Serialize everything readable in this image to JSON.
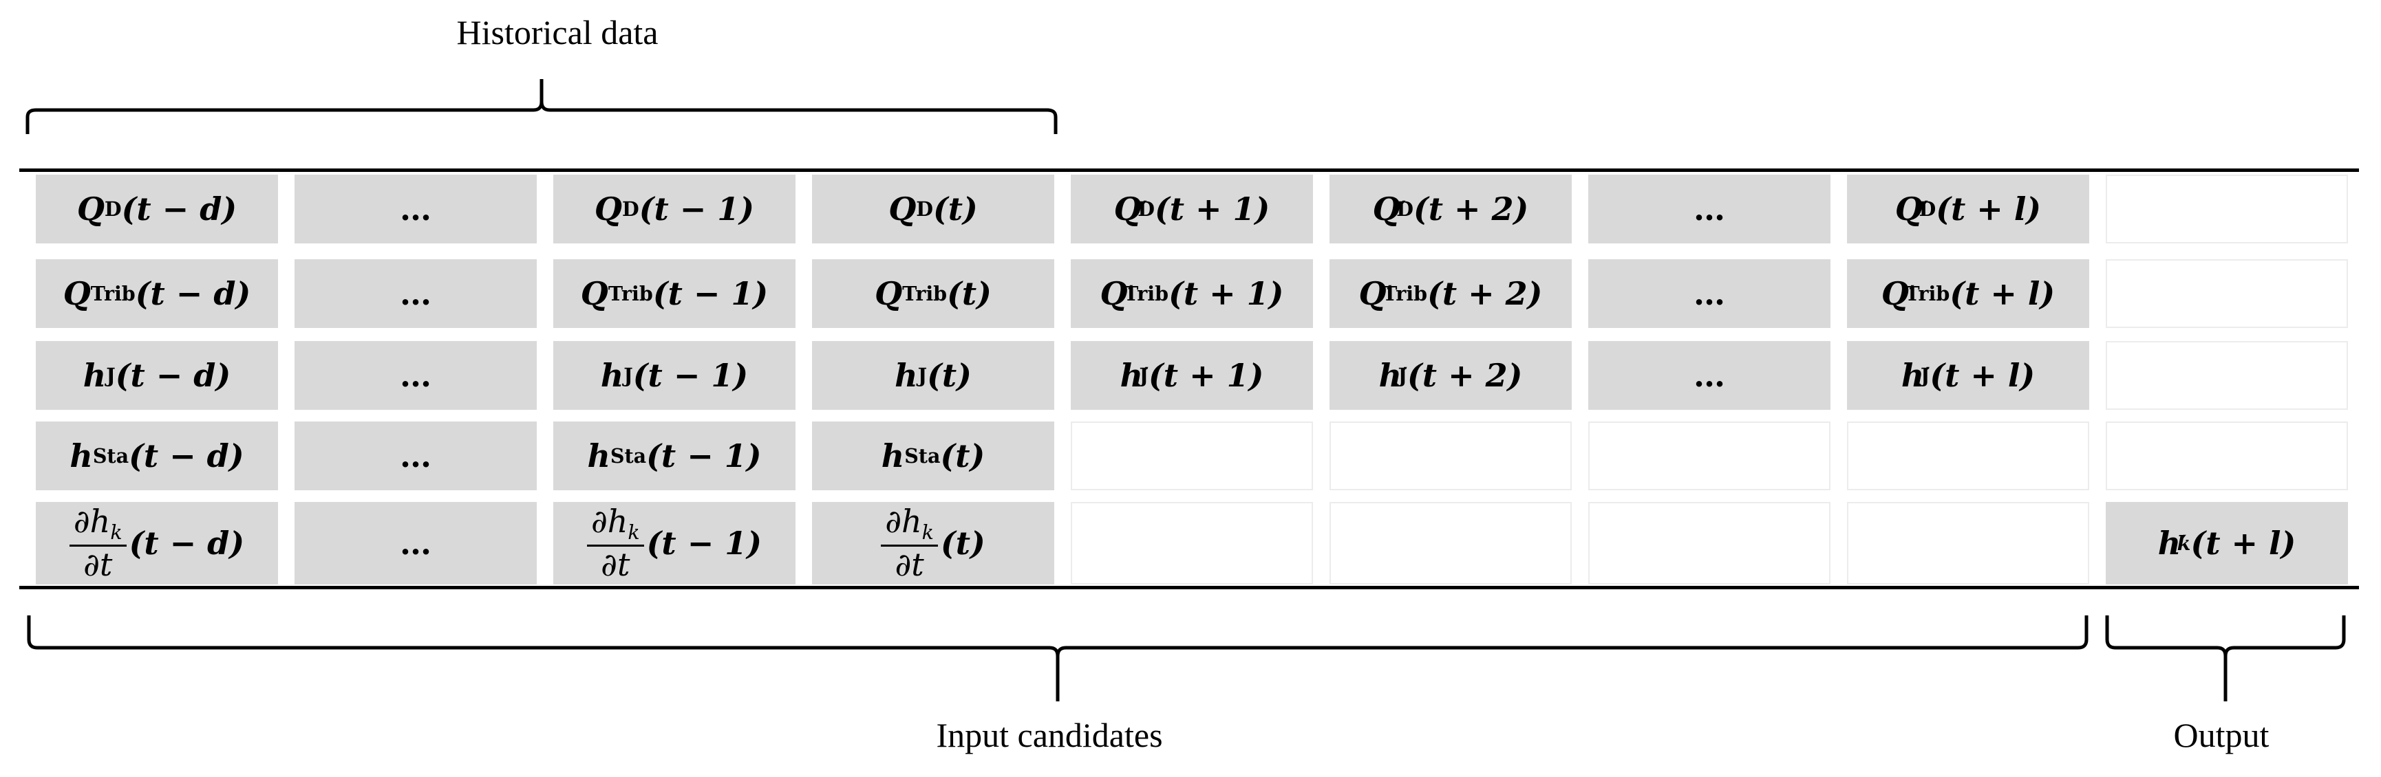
{
  "labels": {
    "historical": "Historical data",
    "inputs": "Input candidates",
    "output": "Output"
  },
  "ellipsis": "…",
  "rows": [
    [
      {
        "var": "Q",
        "sub": "D",
        "arg": "(t − d)"
      },
      {
        "ellipsis": true
      },
      {
        "var": "Q",
        "sub": "D",
        "arg": "(t − 1)"
      },
      {
        "var": "Q",
        "sub": "D",
        "arg": "(t)"
      },
      {
        "var": "Q",
        "sub": "D",
        "prime": true,
        "arg": "(t + 1)"
      },
      {
        "var": "Q",
        "sub": "D",
        "prime": true,
        "arg": "(t + 2)"
      },
      {
        "ellipsis": true
      },
      {
        "var": "Q",
        "sub": "D",
        "prime": true,
        "arg": "(t + l)"
      },
      {
        "empty": true
      }
    ],
    [
      {
        "var": "Q",
        "sub": "Trib",
        "arg": "(t − d)"
      },
      {
        "ellipsis": true
      },
      {
        "var": "Q",
        "sub": "Trib",
        "arg": "(t − 1)"
      },
      {
        "var": "Q",
        "sub": "Trib",
        "arg": "(t)"
      },
      {
        "var": "Q",
        "sub": "Trib",
        "prime": true,
        "arg": "(t + 1)"
      },
      {
        "var": "Q",
        "sub": "Trib",
        "prime": true,
        "arg": "(t + 2)"
      },
      {
        "ellipsis": true
      },
      {
        "var": "Q",
        "sub": "Trib",
        "prime": true,
        "arg": "(t + l)"
      },
      {
        "empty": true
      }
    ],
    [
      {
        "var": "h",
        "sub": "J",
        "arg": "(t − d)"
      },
      {
        "ellipsis": true
      },
      {
        "var": "h",
        "sub": "J",
        "arg": "(t − 1)"
      },
      {
        "var": "h",
        "sub": "J",
        "arg": "(t)"
      },
      {
        "var": "h",
        "sub": "J",
        "prime": true,
        "arg": "(t + 1)"
      },
      {
        "var": "h",
        "sub": "J",
        "prime": true,
        "arg": "(t + 2)"
      },
      {
        "ellipsis": true
      },
      {
        "var": "h",
        "sub": "J",
        "prime": true,
        "arg": "(t + l)"
      },
      {
        "empty": true
      }
    ],
    [
      {
        "var": "h",
        "sub": "Sta",
        "arg": "(t − d)"
      },
      {
        "ellipsis": true
      },
      {
        "var": "h",
        "sub": "Sta",
        "arg": "(t − 1)"
      },
      {
        "var": "h",
        "sub": "Sta",
        "arg": "(t)"
      },
      {
        "empty": true
      },
      {
        "empty": true
      },
      {
        "empty": true
      },
      {
        "empty": true
      },
      {
        "empty": true
      }
    ],
    [
      {
        "frac": true,
        "num": "∂h",
        "num_sub": "k",
        "den": "∂t",
        "arg": "(t − d)"
      },
      {
        "ellipsis": true
      },
      {
        "frac": true,
        "num": "∂h",
        "num_sub": "k",
        "den": "∂t",
        "arg": "(t − 1)"
      },
      {
        "frac": true,
        "num": "∂h",
        "num_sub": "k",
        "den": "∂t",
        "arg": "(t)"
      },
      {
        "empty": true
      },
      {
        "empty": true
      },
      {
        "empty": true
      },
      {
        "empty": true
      },
      {
        "var": "h",
        "sub": "k",
        "sub_italic": true,
        "prime": true,
        "arg": "(t + l)"
      }
    ]
  ]
}
